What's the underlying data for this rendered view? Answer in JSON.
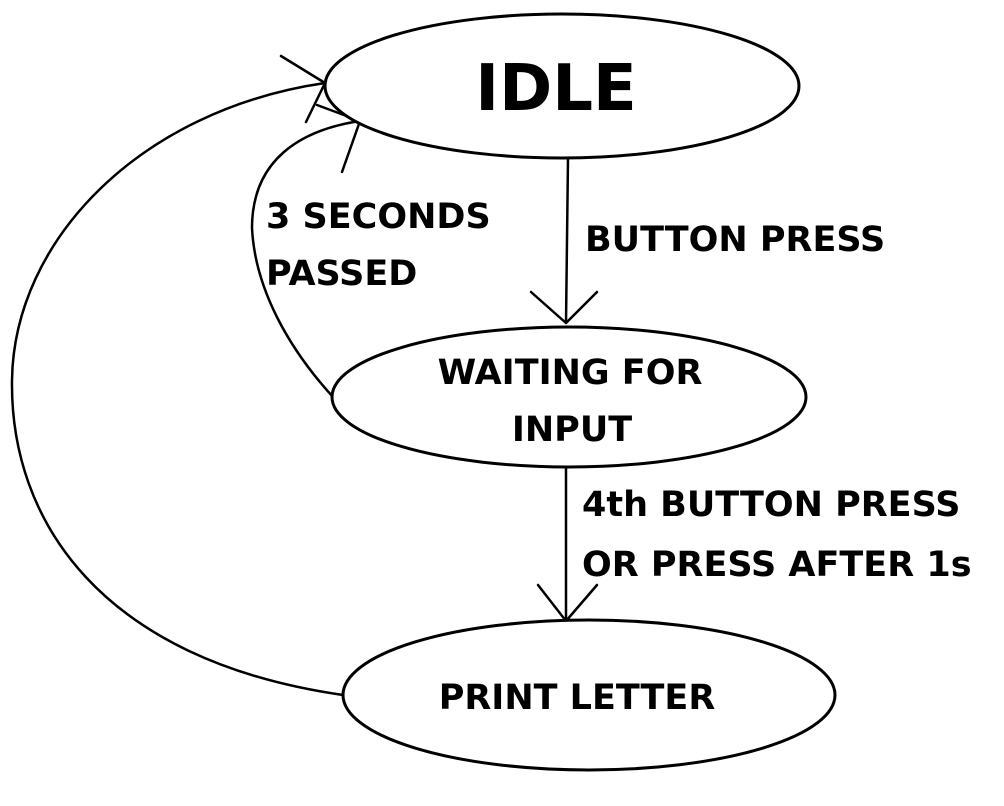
{
  "diagram": {
    "type": "state-machine",
    "colors": {
      "stroke": "#000000",
      "fill": "#ffffff",
      "background": "#ffffff"
    },
    "states": {
      "idle": "IDLE",
      "waiting_line1": "WAITING FOR",
      "waiting_line2": "INPUT",
      "print": "PRINT LETTER"
    },
    "transitions": {
      "button_press": "BUTTON PRESS",
      "fourth_press_line1": "4th BUTTON PRESS",
      "fourth_press_line2": "OR PRESS AFTER 1s",
      "timeout_line1": "3 SECONDS",
      "timeout_line2": "PASSED"
    }
  }
}
